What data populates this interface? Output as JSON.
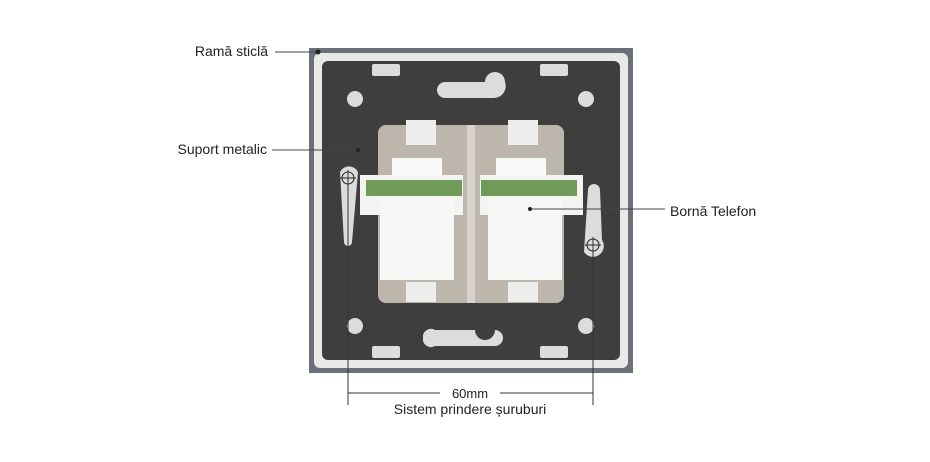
{
  "callouts": {
    "frame": "Ramă sticlă",
    "support": "Suport metalic",
    "phone_terminal": "Bornă Telefon"
  },
  "dimension": {
    "value": "60mm",
    "caption": "Sistem prindere șuruburi"
  },
  "colors": {
    "frame_border": "#6b7079",
    "plate": "#3e3e3e",
    "module": "#f4f4f2",
    "pcb": "#6f9a5a",
    "line": "#333333"
  }
}
